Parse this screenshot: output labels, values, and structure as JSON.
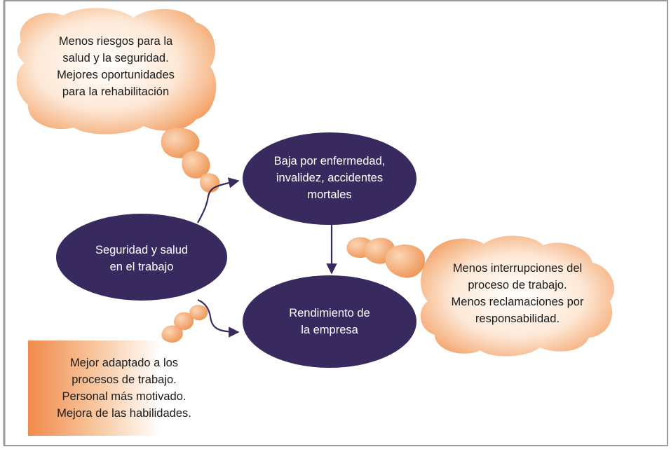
{
  "colors": {
    "ellipse_fill": "#382a5e",
    "ellipse_text": "#ffffff",
    "arrow": "#382a5e",
    "cloud_orange": "#f2a66b",
    "cloud_light": "#fde6d2",
    "box_orange": "#f2935a",
    "frame": "#9a9a9a"
  },
  "nodes": {
    "safety": {
      "lines": [
        "Seguridad y salud",
        "en el trabajo"
      ]
    },
    "sick_leave": {
      "lines": [
        "Baja por enfermedad,",
        "invalidez, accidentes",
        "mortales"
      ]
    },
    "performance": {
      "lines": [
        "Rendimiento de",
        "la empresa"
      ]
    }
  },
  "benefits": {
    "health": {
      "lines": [
        "Menos riesgos para la",
        "salud y la seguridad.",
        "Mejores oportunidades",
        "para la rehabilitación"
      ]
    },
    "process": {
      "lines": [
        "Menos interrupciones del",
        "proceso de trabajo.",
        "Menos reclamaciones por",
        "responsabilidad."
      ]
    },
    "staff": {
      "lines": [
        "Mejor adaptado a los",
        "procesos de trabajo.",
        "Personal más motivado.",
        "Mejora de las habilidades."
      ]
    }
  }
}
